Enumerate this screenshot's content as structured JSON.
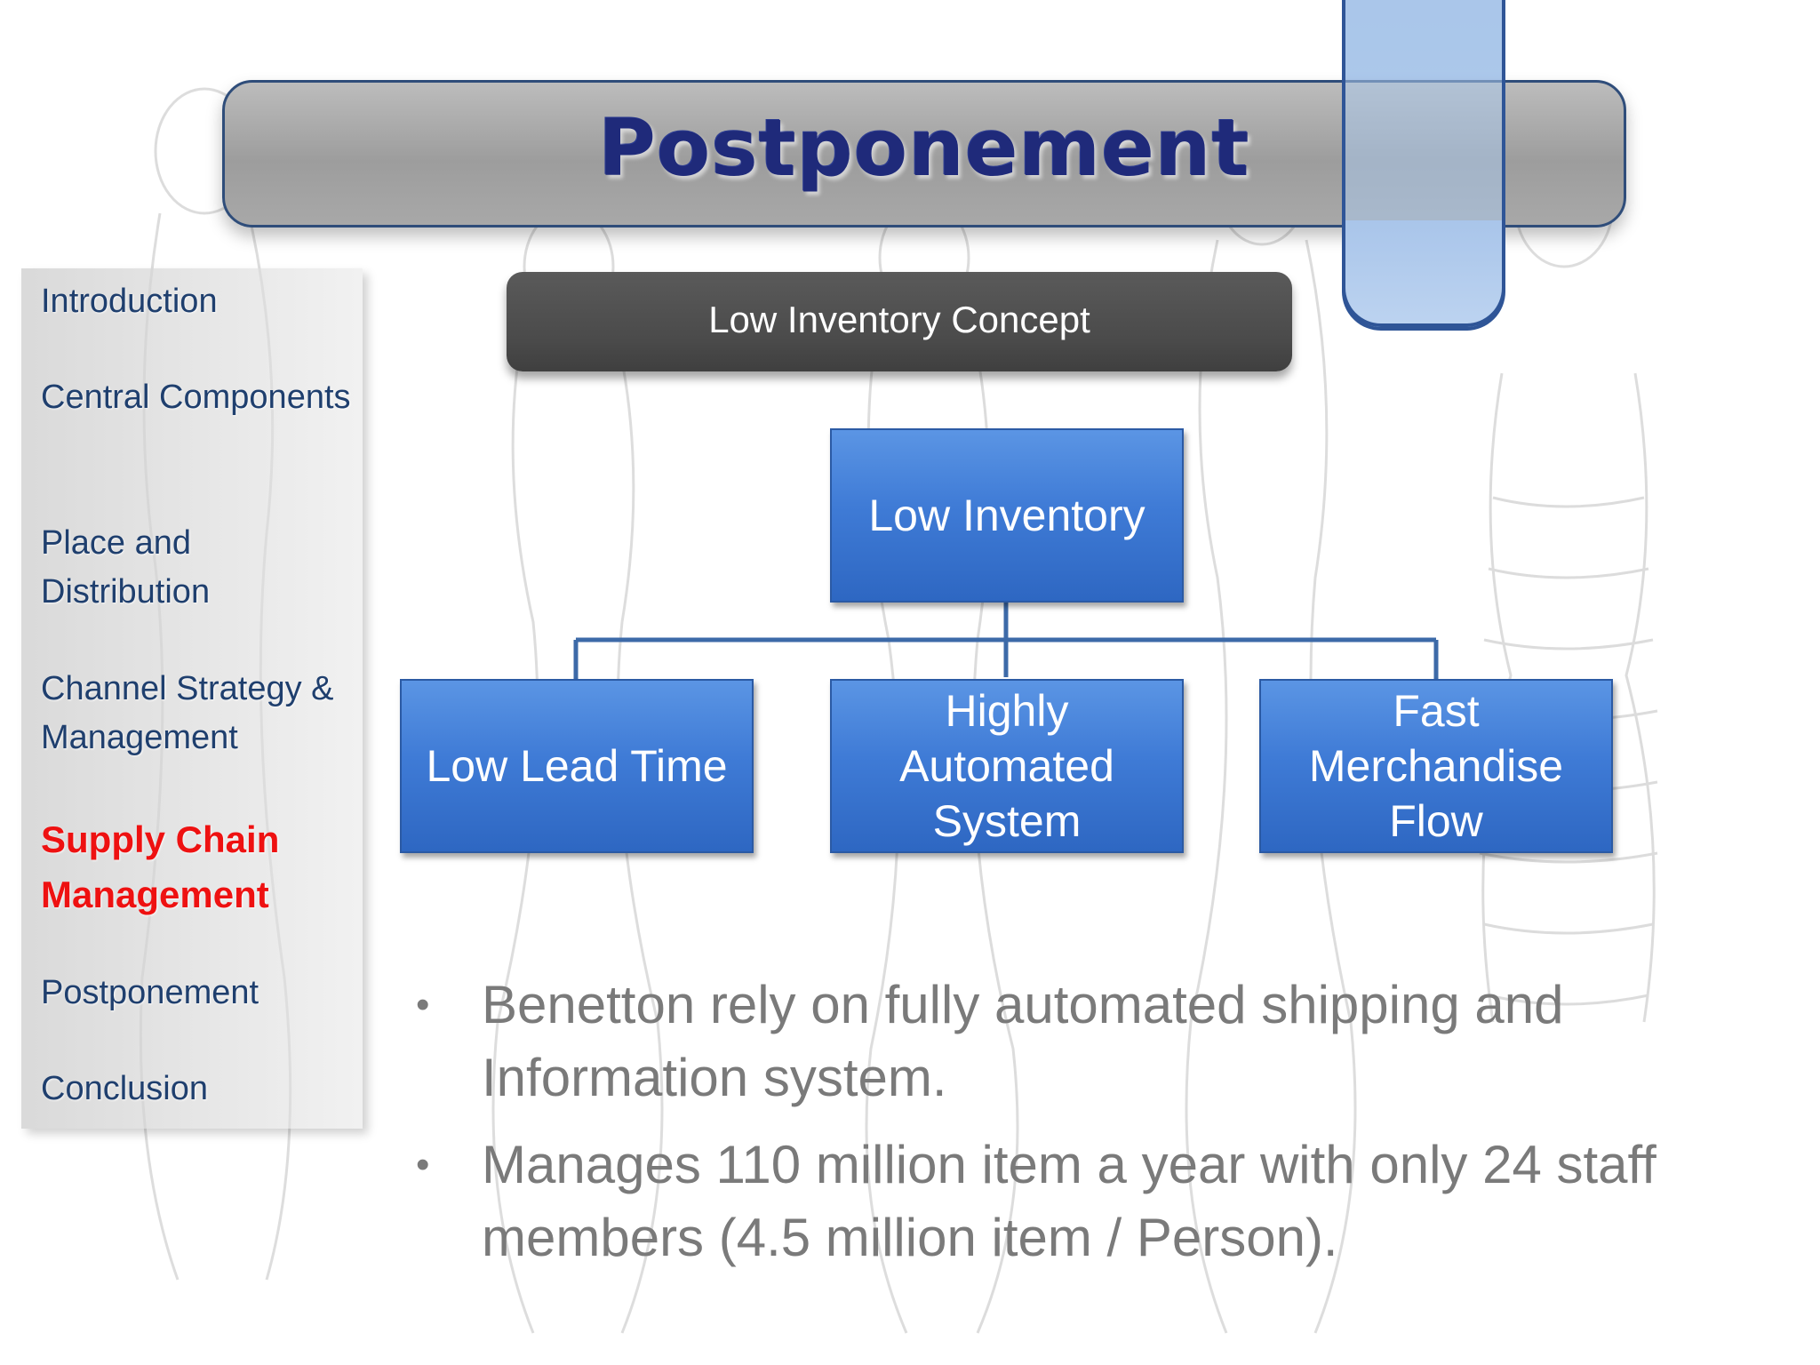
{
  "title": "Postponement",
  "sidebar": {
    "items": [
      {
        "label": "Introduction",
        "active": false
      },
      {
        "label": "Central Components",
        "active": false
      },
      {
        "label": "Place and Distribution",
        "active": false
      },
      {
        "label": "Channel Strategy & Management",
        "active": false
      },
      {
        "label": "Supply Chain Management",
        "active": true
      },
      {
        "label": "Postponement",
        "active": false
      },
      {
        "label": "Conclusion",
        "active": false
      }
    ]
  },
  "concept": {
    "label": "Low Inventory Concept"
  },
  "org_chart": {
    "root": "Low Inventory",
    "children": [
      "Low Lead Time",
      "Highly Automated System",
      "Fast Merchandise Flow"
    ]
  },
  "bullets": [
    "Benetton rely on fully automated shipping and Information system.",
    "Manages 110 million item a year with only 24 staff members (4.5 million item / Person)."
  ],
  "colors": {
    "accent": "#3f7bd6",
    "title_text": "#1f2a7a",
    "active_nav": "#ee1111",
    "nav_text": "#1f3f6e",
    "bullet_text": "#7a7a7a"
  }
}
